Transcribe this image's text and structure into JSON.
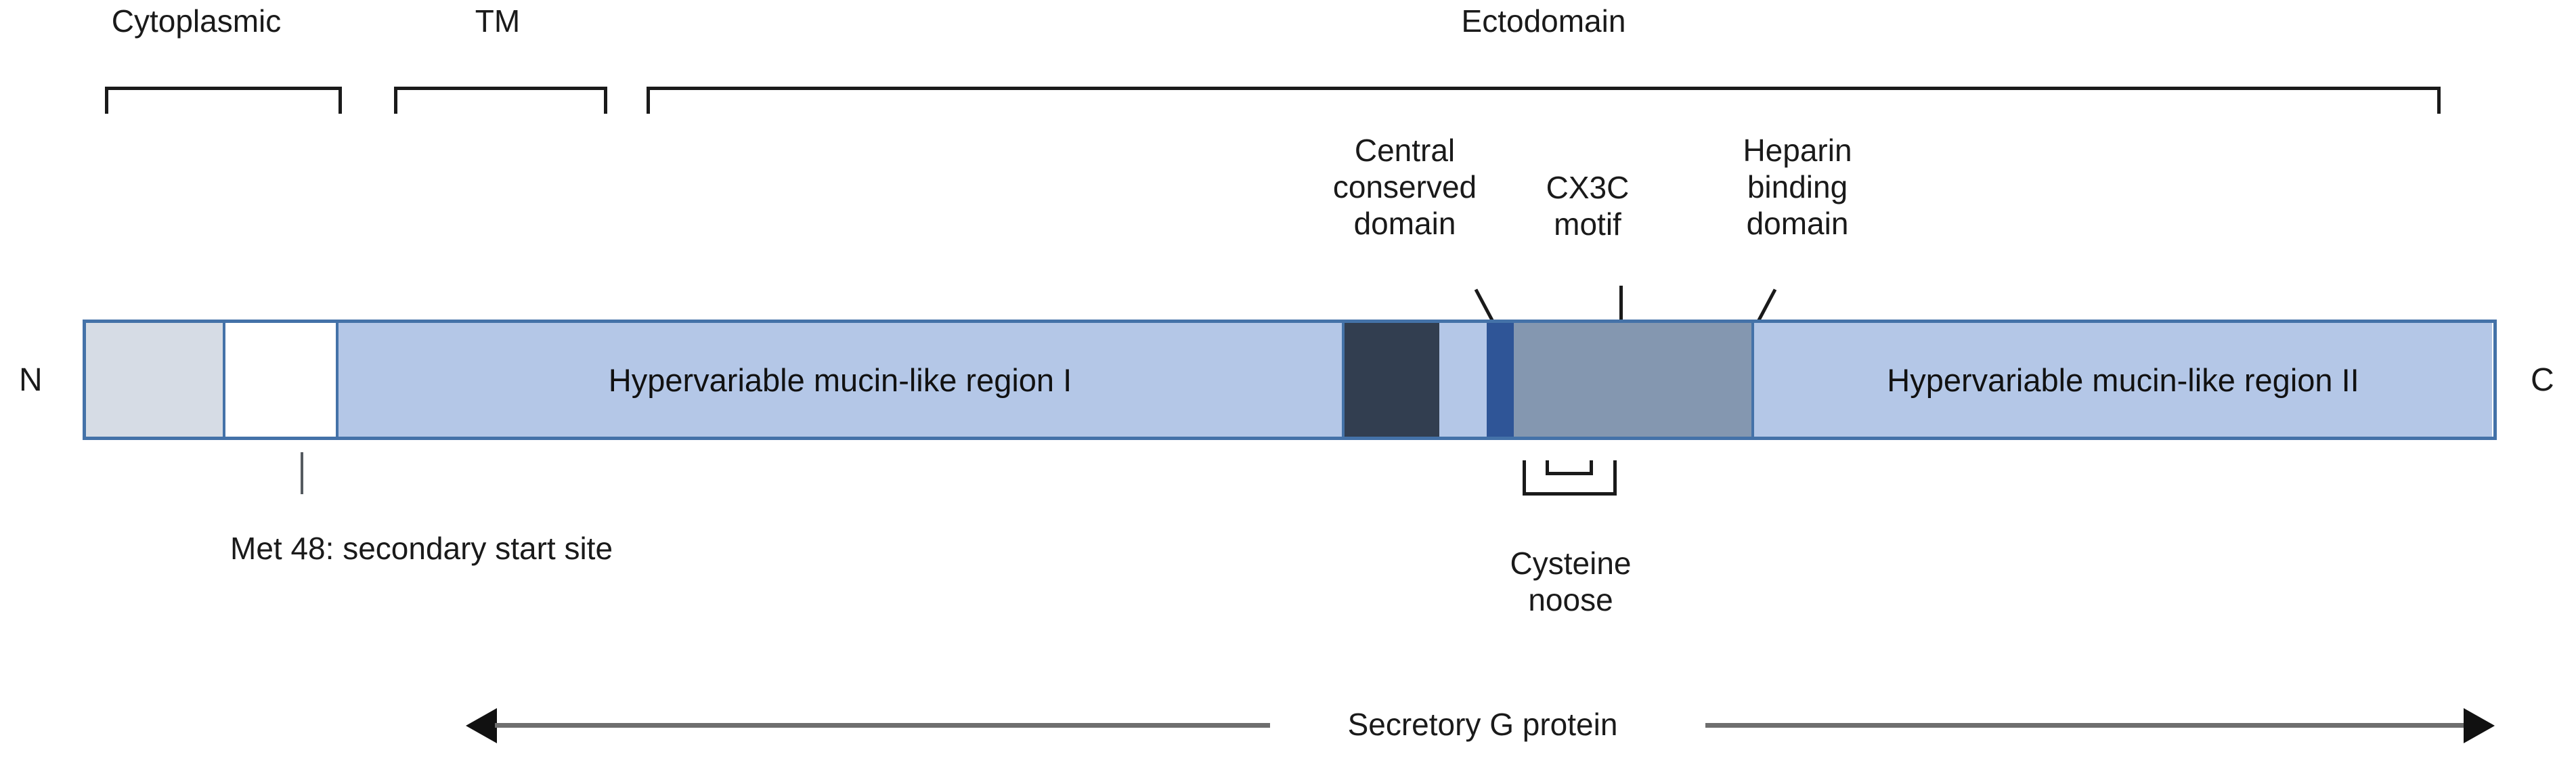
{
  "figure": {
    "title_regions": [
      {
        "id": "cytoplasmic",
        "label": "Cytoplasmic"
      },
      {
        "id": "tm",
        "label": "TM"
      },
      {
        "id": "ectodomain",
        "label": "Ectodomain"
      }
    ],
    "terminus_left": "N",
    "terminus_right": "C",
    "callouts": [
      {
        "id": "central-conserved-domain",
        "line1": "Central",
        "line2": "conserved",
        "line3": "domain"
      },
      {
        "id": "cx3c-motif",
        "line1": "CX3C",
        "line2": "motif",
        "line3": ""
      },
      {
        "id": "heparin-binding-domain",
        "line1": "Heparin",
        "line2": "binding",
        "line3": "domain"
      }
    ],
    "bar_segments": [
      {
        "id": "cytoplasmic-tail",
        "label": "",
        "color": "#d6dce5"
      },
      {
        "id": "transmembrane",
        "label": "",
        "color": "#ffffff"
      },
      {
        "id": "hypervariable-mucin-like-region-1",
        "label": "Hypervariable mucin-like region I",
        "color": "#b4c7e7"
      },
      {
        "id": "central-conserved-domain",
        "label": "",
        "color": "#323e50"
      },
      {
        "id": "cysteine-noose-light",
        "label": "",
        "color": "#b4c7e7"
      },
      {
        "id": "cx3c-motif",
        "label": "",
        "color": "#2f5597"
      },
      {
        "id": "heparin-binding-domain",
        "label": "",
        "color": "#8497b0"
      },
      {
        "id": "hypervariable-mucin-like-region-2",
        "label": "Hypervariable mucin-like region II",
        "color": "#b4c7e7"
      }
    ],
    "met48_caption": "Met 48: secondary start site",
    "cysteine_noose": {
      "line1": "Cysteine",
      "line2": "noose"
    },
    "secretory_label": "Secretory G protein",
    "colors": {
      "border_blue": "#4472a8",
      "cytoplasmic_grey": "#d6dce5",
      "light_blue": "#b4c7e7",
      "dark_navy": "#323e50",
      "cx3c_blue": "#2f5597",
      "slate_blue": "#8497b0",
      "text": "#1a1a1a",
      "arrow_grey": "#6e6e6e"
    }
  }
}
